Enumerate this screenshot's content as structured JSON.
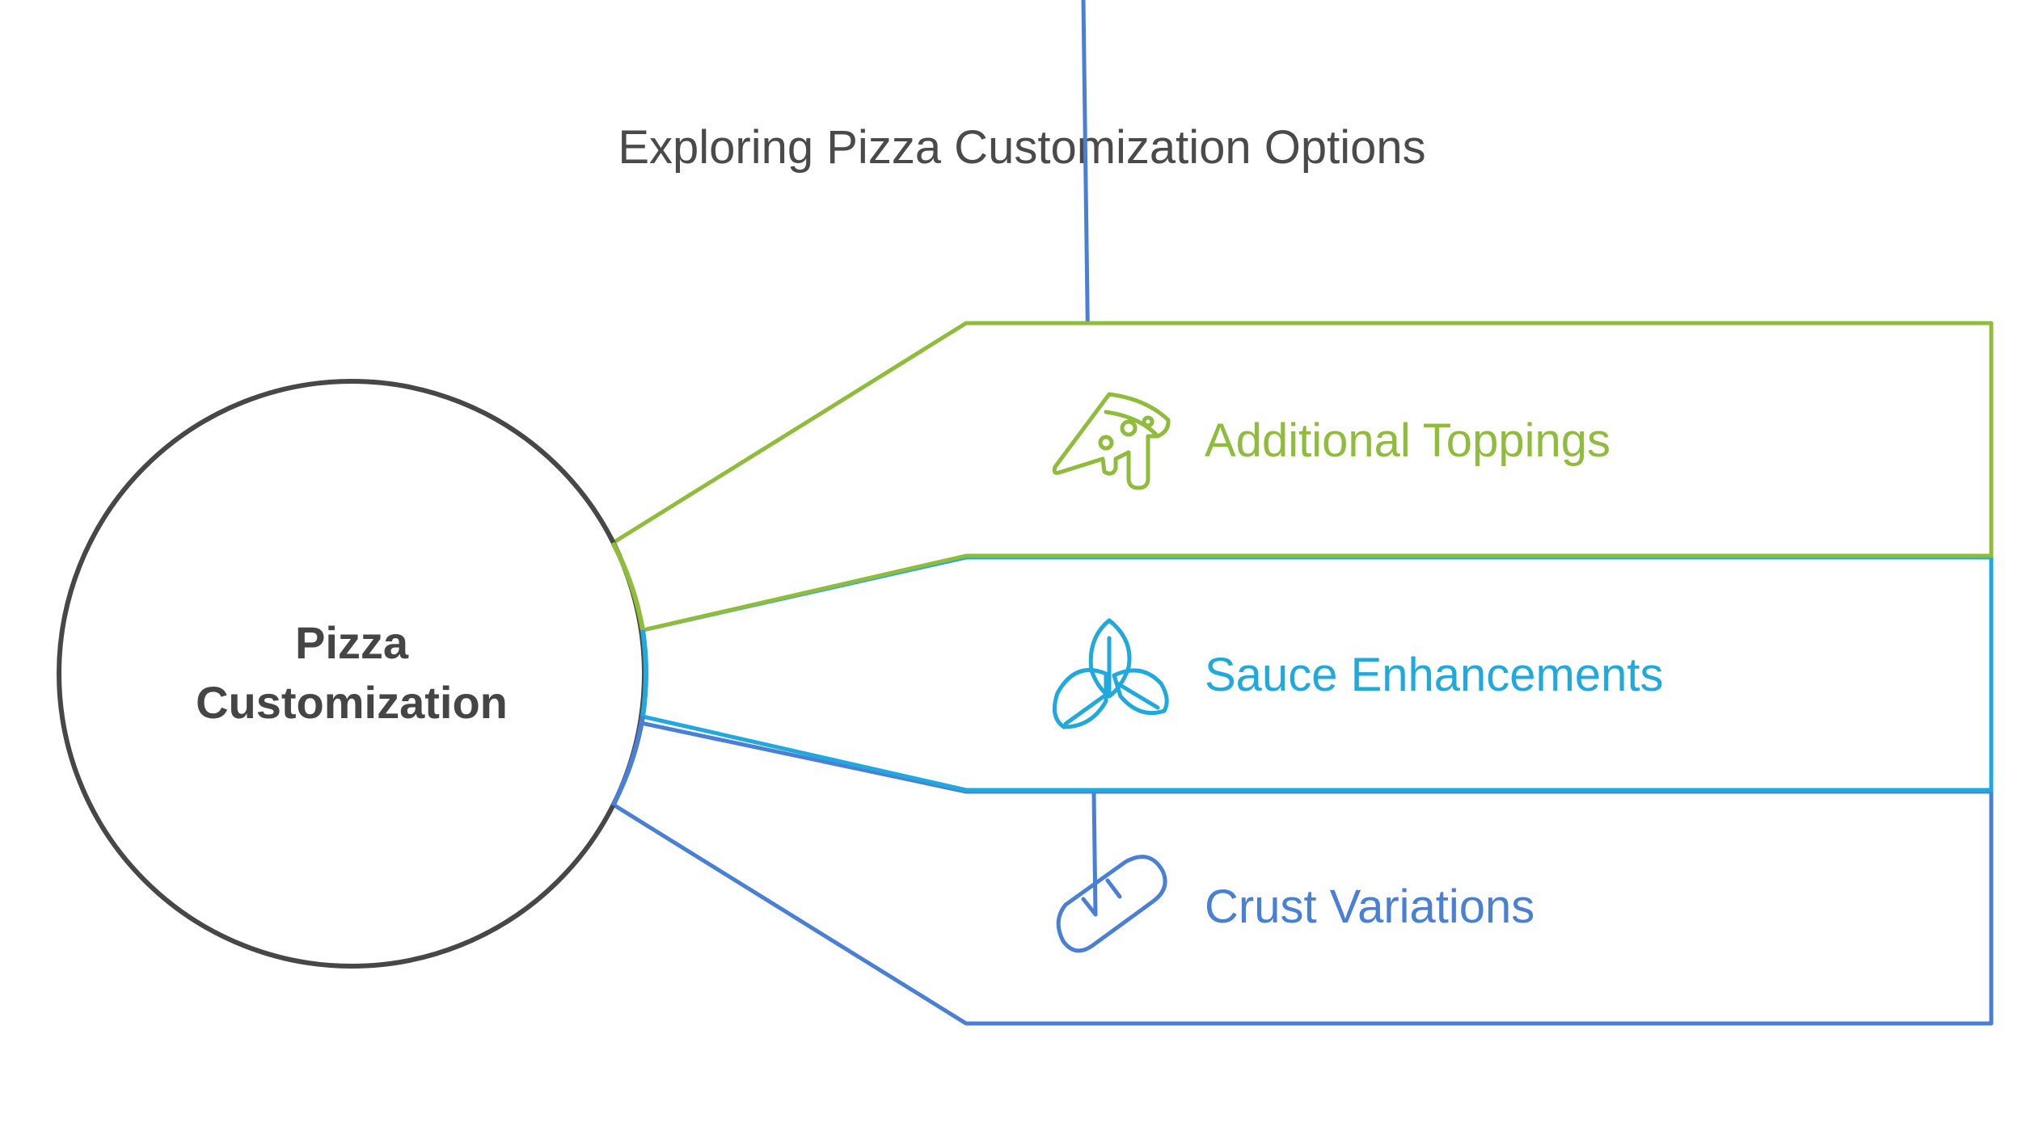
{
  "title": "Exploring Pizza Customization Options",
  "center": {
    "line1": "Pizza",
    "line2": "Customization",
    "stroke_color": "#474747"
  },
  "branches": [
    {
      "label": "Additional Toppings",
      "icon": "pizza-slice-icon",
      "color": "#8fbc3a"
    },
    {
      "label": "Sauce Enhancements",
      "icon": "basil-leaves-icon",
      "color": "#1fa9dc"
    },
    {
      "label": "Crust Variations",
      "icon": "bread-loaf-icon",
      "color": "#4a7fd6"
    }
  ]
}
